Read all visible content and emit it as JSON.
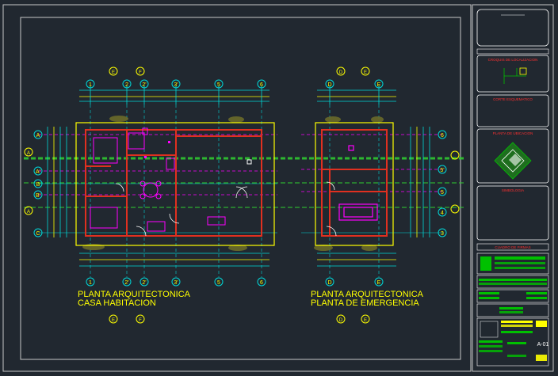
{
  "drawing": {
    "plan_left": {
      "title_line1": "PLANTA ARQUITECTONICA",
      "title_line2": "CASA HABITACION",
      "axis_top": [
        "1",
        "2",
        "2'",
        "3'",
        "5",
        "6"
      ],
      "axis_bottom": [
        "1",
        "2'",
        "2'",
        "3'",
        "5",
        "6"
      ],
      "axis_left": [
        "A",
        "A",
        "A'",
        "B",
        "B'",
        "A",
        "C"
      ],
      "circles_top": [
        "E",
        "F"
      ],
      "circles_bottom": [
        "E",
        "F"
      ]
    },
    "plan_right": {
      "title_line1": "PLANTA ARQUITECTONICA",
      "title_line2": "PLANTA DE EMERGENCIA",
      "axis_top": [
        "D",
        "E"
      ],
      "axis_bottom": [
        "D",
        "E"
      ],
      "axis_right": [
        "6",
        "5'",
        "5",
        "4",
        "3"
      ],
      "circles_top": [
        "D",
        "E"
      ],
      "circles_bottom": [
        "D",
        "E"
      ]
    }
  },
  "title_block": {
    "localizacion": "CROQUIS DE LOCALIZACION",
    "corte": "CORTE ESQUEMATICO",
    "ubicacion": "PLANTA DE UBICACION",
    "simbologia": "SIMBOLOGIA",
    "firmas": "CUADRO DE FIRMAS",
    "sheet": "A-01"
  },
  "colors": {
    "background": "#212830",
    "frame": "#c8c8c8",
    "walls": "#e03020",
    "walls_yellow": "#ffff00",
    "furniture": "#ff00ff",
    "dims": "#00d8d8",
    "axis": "#30d030",
    "titles": "#ffff00",
    "tb_red": "#ff3030",
    "tb_green": "#00c000"
  }
}
